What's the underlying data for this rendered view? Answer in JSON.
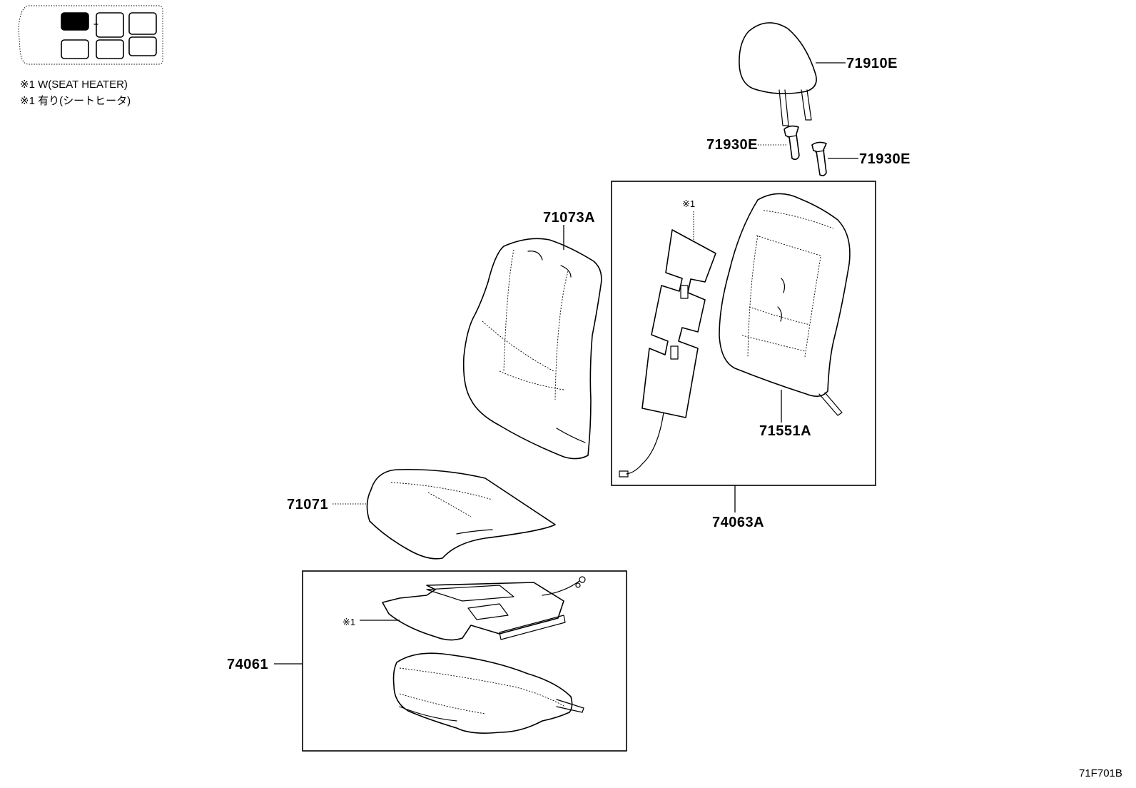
{
  "legend": {
    "note_en": "※1 W(SEAT HEATER)",
    "note_jp": "※1 有り(シートヒータ)"
  },
  "callouts": {
    "heater_mark_back": "※1",
    "heater_mark_cushion": "※1"
  },
  "parts": {
    "headrest": "71910E",
    "headrest_support_left": "71930E",
    "headrest_support_right": "71930E",
    "back_pad": "71551A",
    "back_cover": "71073A",
    "back_assembly": "74063A",
    "cushion_cover": "71071",
    "cushion_assembly": "74061"
  },
  "diagram_code": "71F701B"
}
